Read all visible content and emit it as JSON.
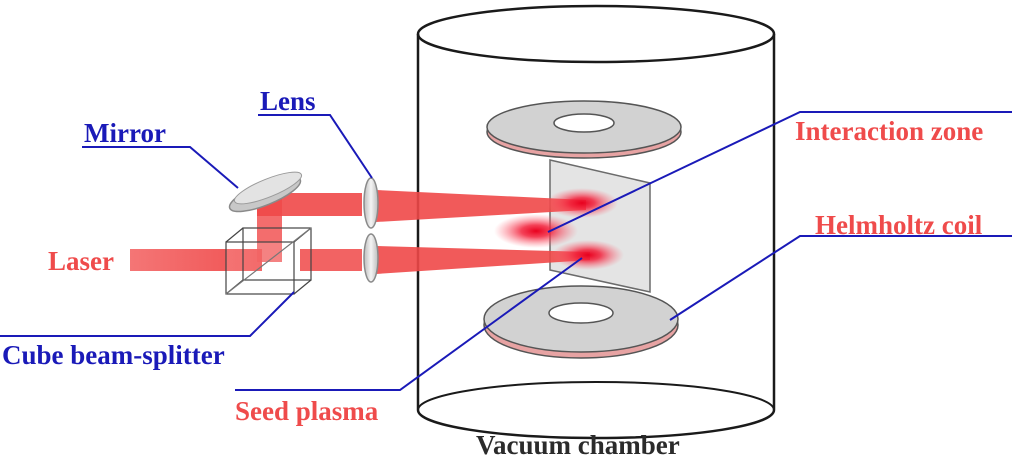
{
  "labels": {
    "lens": "Lens",
    "mirror": "Mirror",
    "laser": "Laser",
    "cube_beam_splitter": "Cube beam-splitter",
    "interaction_zone": "Interaction zone",
    "helmholtz_coil": "Helmholtz coil",
    "seed_plasma": "Seed plasma",
    "vacuum_chamber": "Vacuum chamber"
  },
  "colors": {
    "red_label": "#ef4b4b",
    "blue_label": "#1a1ab8",
    "blue_leader": "#1a1ab8",
    "laser_beam": "#f04848",
    "chamber_outline": "#1a1a1a"
  }
}
